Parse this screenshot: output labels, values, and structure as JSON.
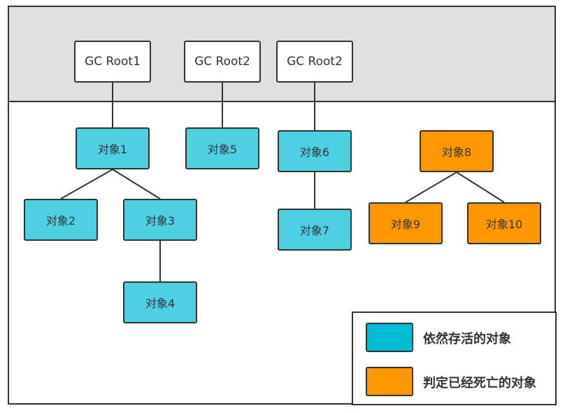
{
  "colors": {
    "background_band": "#e0e0e0",
    "alive": "#4dd0e1",
    "dead": "#ff9800",
    "legend_alive": "#00bcd4",
    "legend_dead": "#ff9800",
    "border": "#333333"
  },
  "roots": [
    {
      "id": "r1",
      "label": "GC Root1"
    },
    {
      "id": "r2",
      "label": "GC Root2"
    },
    {
      "id": "r3",
      "label": "GC Root2"
    }
  ],
  "objects": [
    {
      "id": "o1",
      "label": "对象1",
      "status": "alive"
    },
    {
      "id": "o2",
      "label": "对象2",
      "status": "alive"
    },
    {
      "id": "o3",
      "label": "对象3",
      "status": "alive"
    },
    {
      "id": "o4",
      "label": "对象4",
      "status": "alive"
    },
    {
      "id": "o5",
      "label": "对象5",
      "status": "alive"
    },
    {
      "id": "o6",
      "label": "对象6",
      "status": "alive"
    },
    {
      "id": "o7",
      "label": "对象7",
      "status": "alive"
    },
    {
      "id": "o8",
      "label": "对象8",
      "status": "dead"
    },
    {
      "id": "o9",
      "label": "对象9",
      "status": "dead"
    },
    {
      "id": "o10",
      "label": "对象10",
      "status": "dead"
    }
  ],
  "edges": [
    [
      "r1",
      "o1"
    ],
    [
      "r2",
      "o5"
    ],
    [
      "r3",
      "o6"
    ],
    [
      "o1",
      "o2"
    ],
    [
      "o1",
      "o3"
    ],
    [
      "o3",
      "o4"
    ],
    [
      "o6",
      "o7"
    ],
    [
      "o8",
      "o9"
    ],
    [
      "o8",
      "o10"
    ]
  ],
  "legend": {
    "alive_label": "依然存活的对象",
    "dead_label": "判定已经死亡的对象"
  }
}
